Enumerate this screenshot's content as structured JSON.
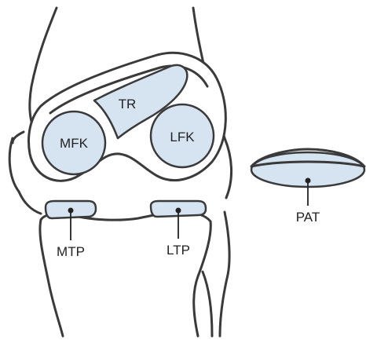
{
  "labels": {
    "tr": "TR",
    "mfk": "MFK",
    "lfk": "LFK",
    "mtp": "MTP",
    "ltp": "LTP",
    "pat": "PAT"
  },
  "colors": {
    "part_fill": "#d6e4f2",
    "outline": "#3a3a3a",
    "text": "#222222"
  }
}
